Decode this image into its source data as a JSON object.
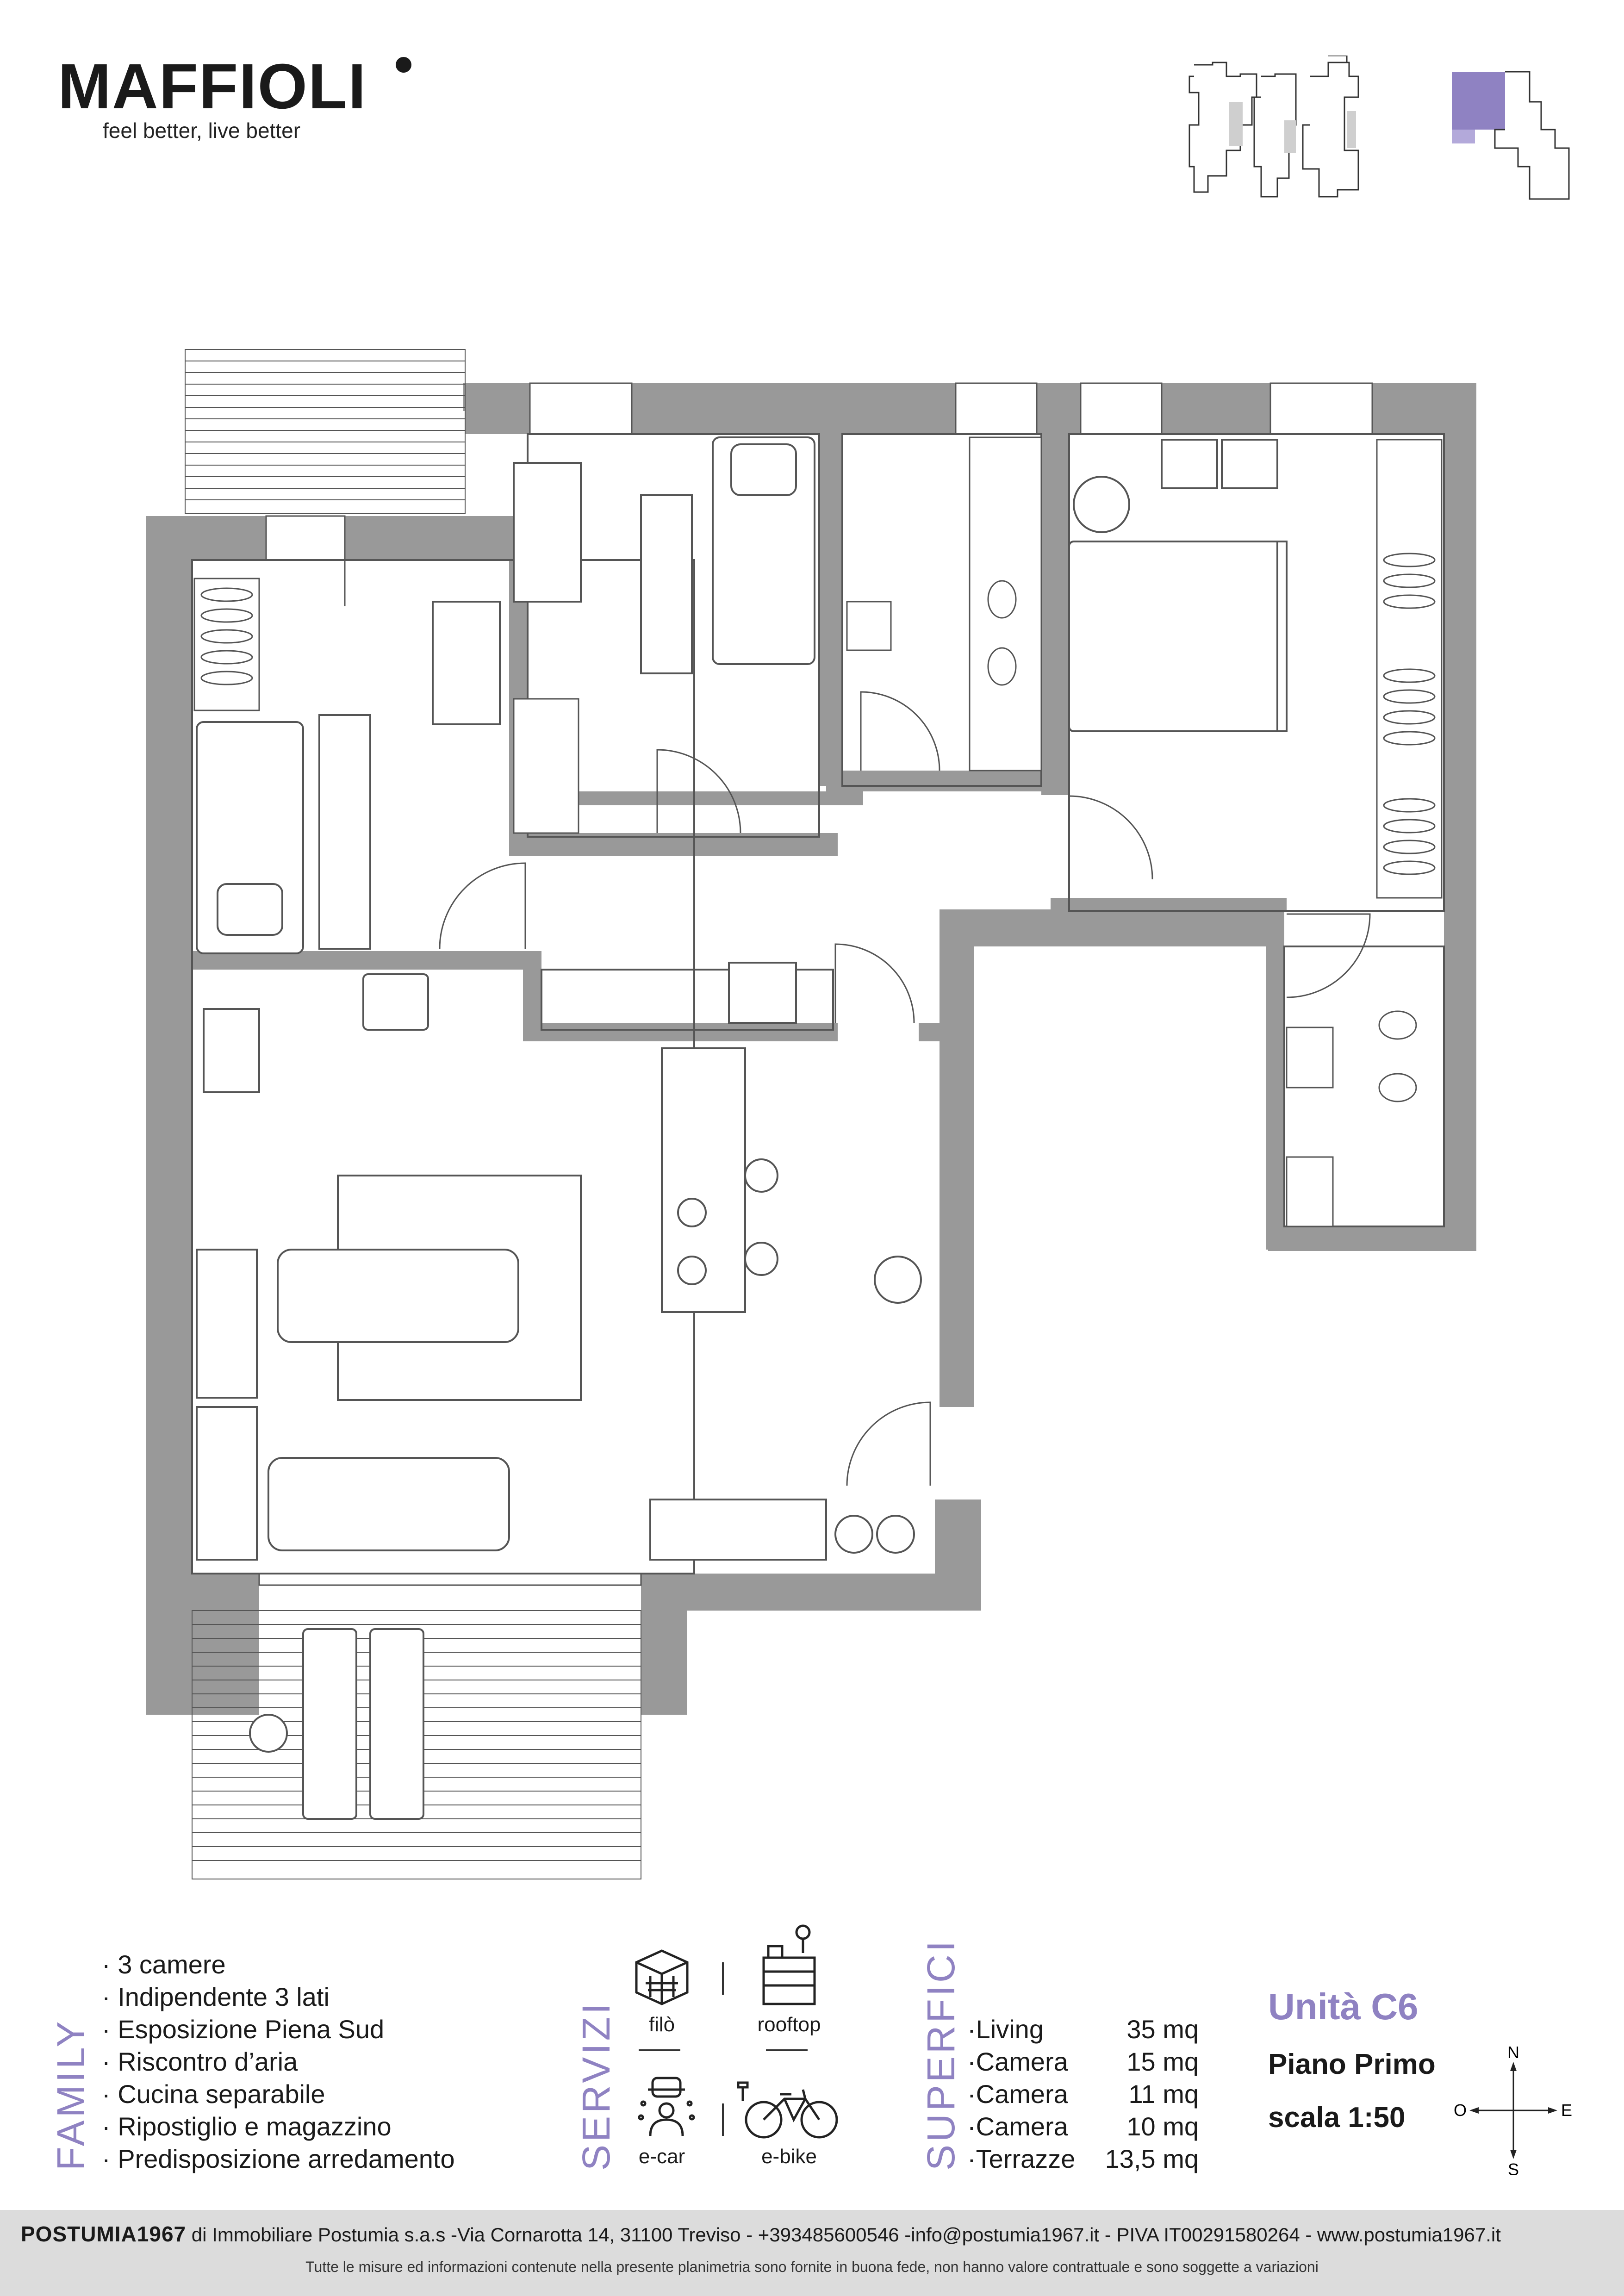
{
  "brand": {
    "logo": "MAFFIOLI",
    "tagline": "feel better, live better"
  },
  "family": {
    "heading": "FAMILY",
    "items": [
      "3 camere",
      "Indipendente 3 lati",
      "Esposizione Piena Sud",
      "Riscontro d’aria",
      "Cucina separabile",
      "Ripostiglio e magazzino",
      "Predisposizione arredamento"
    ]
  },
  "servizi": {
    "heading": "SERVIZI",
    "items": [
      {
        "label": "filò",
        "icon": "filo-icon"
      },
      {
        "label": "rooftop",
        "icon": "rooftop-icon"
      },
      {
        "label": "e-car",
        "icon": "e-car-icon"
      },
      {
        "label": "e-bike",
        "icon": "e-bike-icon"
      }
    ]
  },
  "superfici": {
    "heading": "SUPERFICI",
    "rows": [
      {
        "label": "Living",
        "value": "35 mq"
      },
      {
        "label": "Camera",
        "value": "15 mq"
      },
      {
        "label": "Camera",
        "value": "11 mq"
      },
      {
        "label": "Camera",
        "value": "10 mq"
      },
      {
        "label": "Terrazze",
        "value": "13,5 mq"
      }
    ]
  },
  "unit": {
    "title": "Unità C6",
    "floor": "Piano Primo",
    "scale": "scala 1:50"
  },
  "compass": {
    "n": "N",
    "s": "S",
    "e": "E",
    "o": "O"
  },
  "colors": {
    "accent": "#8f82c2",
    "wall": "#999999",
    "footer_bg": "#dcdcdc"
  },
  "footer": {
    "brand": "POSTUMIA1967",
    "line1": "di Immobiliare Postumia s.a.s -Via Cornarotta 14, 31100 Treviso - +393485600546 -info@postumia1967.it - PIVA IT00291580264 - www.postumia1967.it",
    "line2": "Tutte le misure ed informazioni contenute nella presente planimetria sono fornite in buona fede, non hanno valore contrattuale e sono soggette a variazioni"
  }
}
